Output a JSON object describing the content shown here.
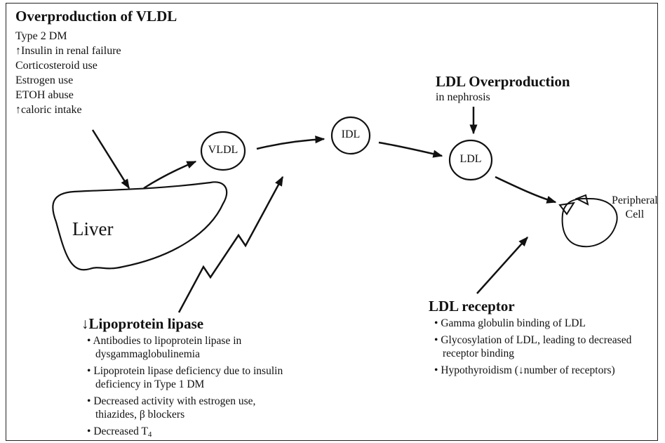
{
  "overproduction_vldl": {
    "heading": "Overproduction of VLDL",
    "causes": [
      "Type 2 DM",
      "↑Insulin in renal failure",
      "Corticosteroid use",
      "Estrogen use",
      "ETOH abuse",
      "↑caloric intake"
    ]
  },
  "ldl_overproduction": {
    "heading": "LDL Overproduction",
    "subtext": "in nephrosis"
  },
  "nodes": {
    "vldl": "VLDL",
    "idl": "IDL",
    "ldl": "LDL",
    "liver": "Liver",
    "peripheral_cell_line1": "Peripheral",
    "peripheral_cell_line2": "Cell"
  },
  "lipoprotein_lipase": {
    "heading": "↓Lipoprotein lipase",
    "items": [
      "Antibodies to lipoprotein lipase in dysgammaglobulinemia",
      "Lipoprotein lipase deficiency due to insulin deficiency in Type 1 DM",
      "Decreased activity with estrogen use, thiazides, β blockers"
    ],
    "last_item_prefix": "Decreased T",
    "last_item_subscript": "4"
  },
  "ldl_receptor": {
    "heading": "LDL receptor",
    "items": [
      "Gamma globulin binding of LDL",
      "Glycosylation of LDL, leading to decreased receptor binding",
      "Hypothyroidism (↓number of receptors)"
    ]
  }
}
